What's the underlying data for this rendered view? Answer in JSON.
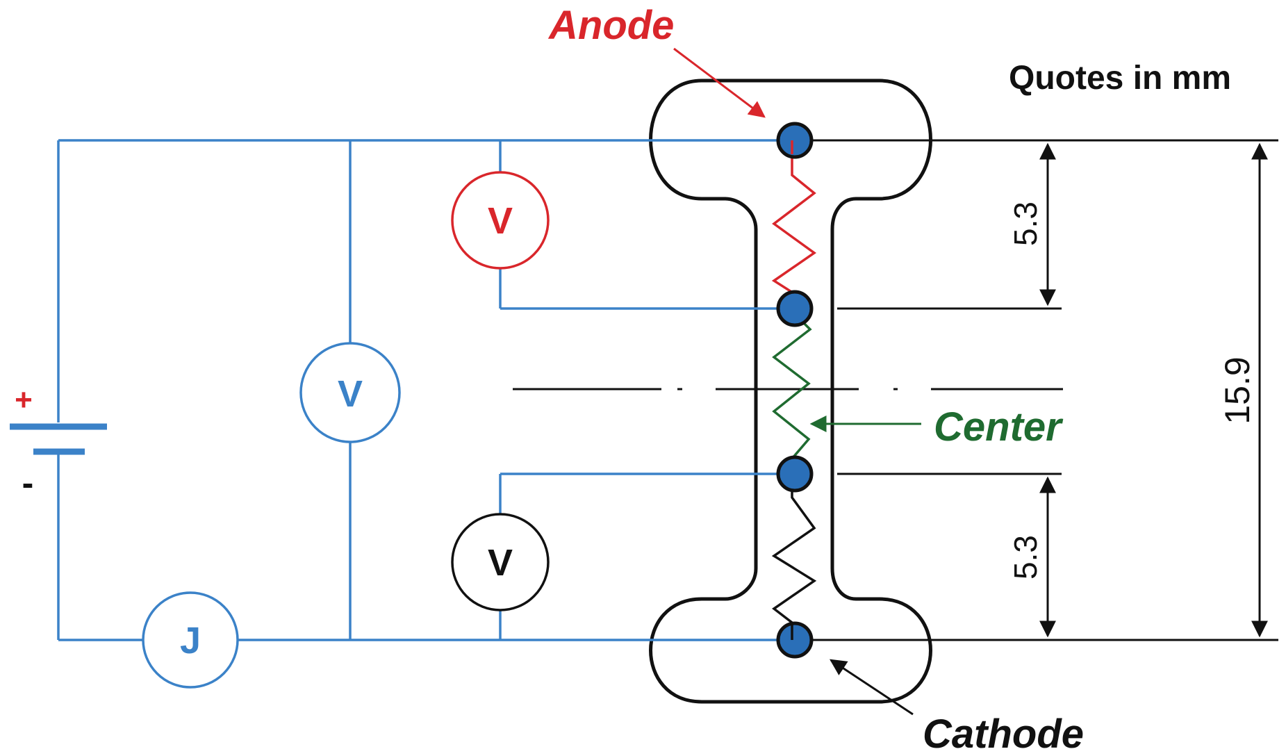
{
  "labels": {
    "anode": "Anode",
    "center": "Center",
    "cathode": "Cathode",
    "units": "Quotes in mm"
  },
  "battery": {
    "plus": "+",
    "minus": "-"
  },
  "meters": {
    "voltmeter_top": "V",
    "voltmeter_middle": "V",
    "voltmeter_bottom": "V",
    "ammeter": "J"
  },
  "dimensions": {
    "upper_gap": "5.3",
    "lower_gap": "5.3",
    "total": "15.9"
  },
  "colors": {
    "wire": "#3b82c8",
    "anode_red": "#d9262b",
    "center_green": "#1f6b30",
    "outline": "#111111",
    "node_fill": "#2a6fb8"
  }
}
